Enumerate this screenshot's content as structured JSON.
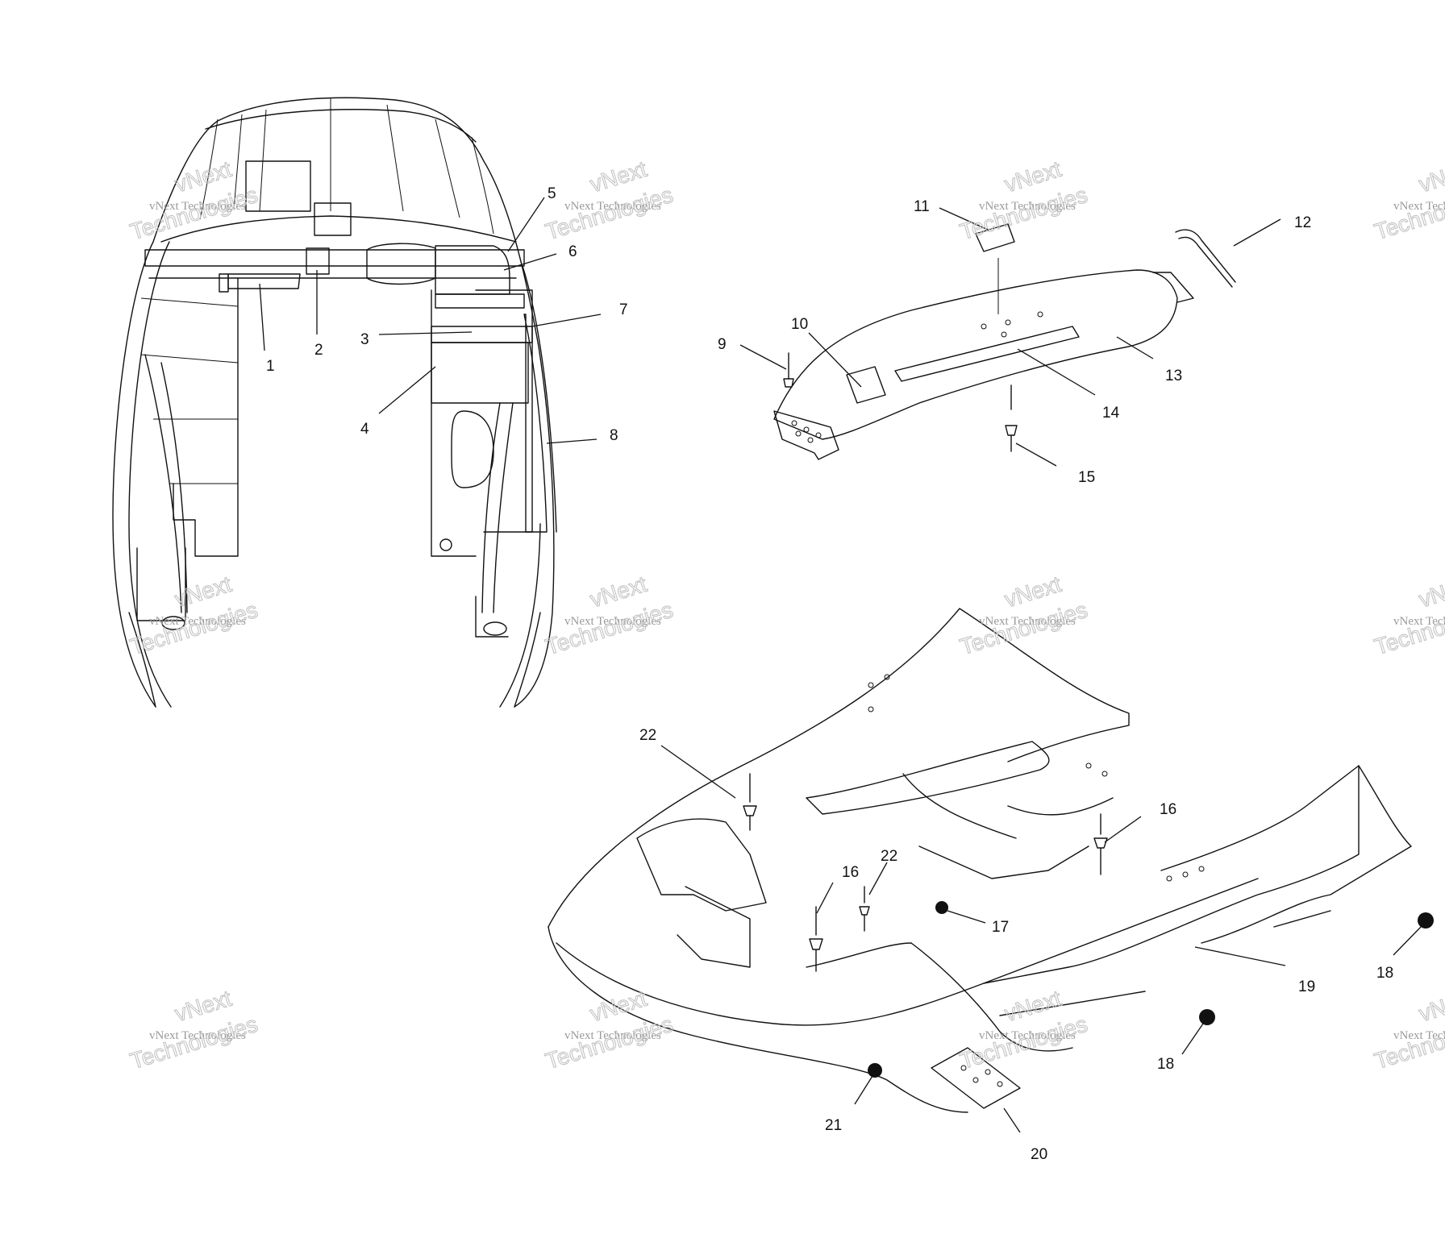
{
  "watermark": {
    "line1": "vNext",
    "line2": "vNext Technologies",
    "line3": "Technologies"
  },
  "callouts": [
    "1",
    "2",
    "3",
    "4",
    "5",
    "6",
    "7",
    "8",
    "9",
    "10",
    "11",
    "12",
    "13",
    "14",
    "15",
    "16",
    "16",
    "17",
    "18",
    "18",
    "19",
    "20",
    "21",
    "22",
    "22"
  ]
}
